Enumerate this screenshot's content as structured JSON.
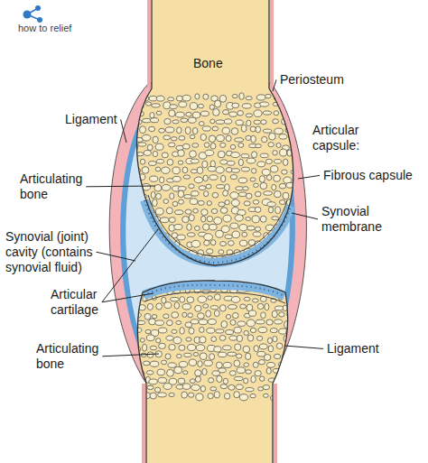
{
  "diagram": {
    "labels": [
      "how to relief",
      "Bone",
      "Periosteum",
      "Ligament",
      "Articular capsule:",
      "Fibrous capsule",
      "Articulating bone",
      "Synovial membrane",
      "Synovial (joint) cavity (contains synovial fluid)",
      "Articular cartilage",
      "Articulating bone",
      "Ligament"
    ]
  }
}
